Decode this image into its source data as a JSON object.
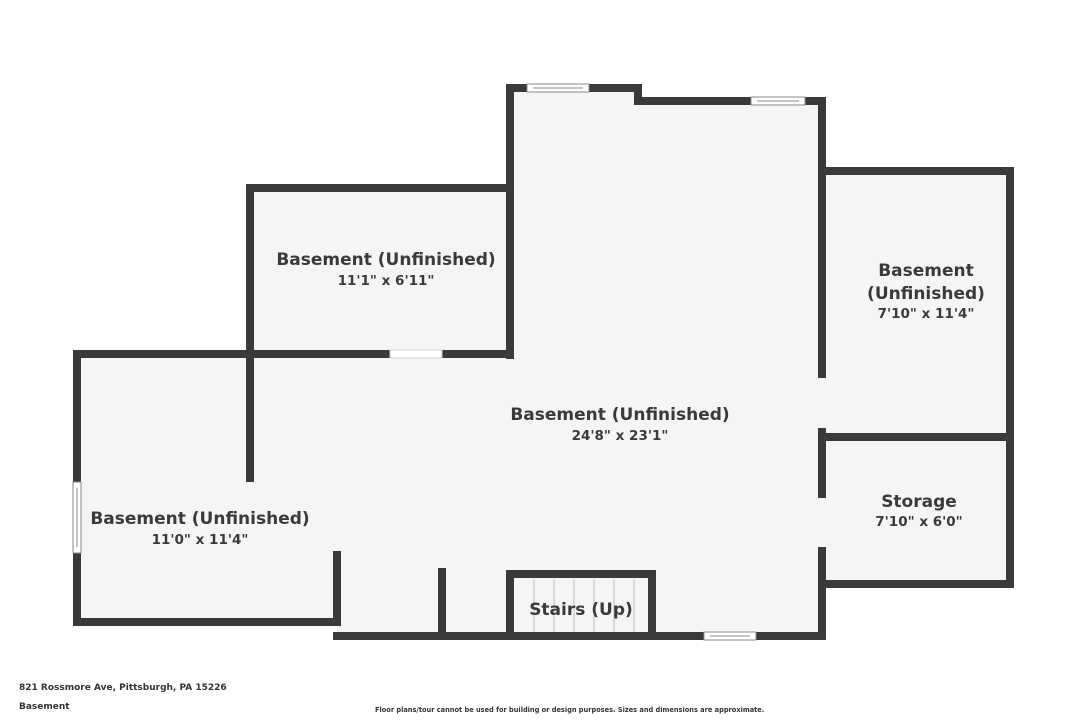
{
  "rooms": [
    {
      "id": "upper-left",
      "name": "Basement (Unfinished)",
      "dims": "11'1\" x 6'11\""
    },
    {
      "id": "main",
      "name": "Basement (Unfinished)",
      "dims": "24'8\" x 23'1\""
    },
    {
      "id": "right",
      "name_line1": "Basement",
      "name_line2": "(Unfinished)",
      "dims": "7'10\" x 11'4\""
    },
    {
      "id": "left",
      "name": "Basement (Unfinished)",
      "dims": "11'0\" x 11'4\""
    },
    {
      "id": "storage",
      "name": "Storage",
      "dims": "7'10\" x 6'0\""
    },
    {
      "id": "stairs",
      "name": "Stairs (Up)"
    }
  ],
  "footer": {
    "address": "821 Rossmore Ave, Pittsburgh, PA 15226",
    "floor": "Basement",
    "disclaimer": "Floor plans/tour cannot be used for building or design purposes. Sizes and dimensions are approximate."
  }
}
